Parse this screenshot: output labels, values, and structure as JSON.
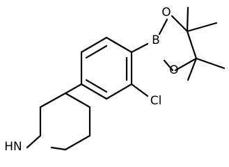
{
  "molecule": {
    "atoms": {
      "boron": "B",
      "oxygen_top": "O",
      "oxygen_bottom": "O",
      "chlorine": "Cl",
      "nitrogen": "HN"
    }
  }
}
